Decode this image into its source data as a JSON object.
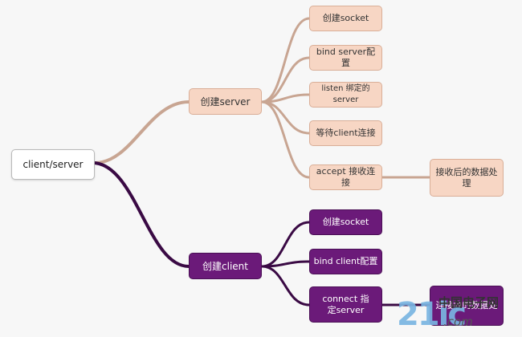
{
  "diagram": {
    "root": {
      "label": "client/server"
    },
    "server": {
      "label": "创建server",
      "children": [
        "创建socket",
        "bind server配置",
        "listen 绑定的server",
        "等待client连接",
        "accept 接收连接"
      ],
      "accept_child": "接收后的数据处理"
    },
    "client": {
      "label": "创建client",
      "children": [
        "创建socket",
        "bind client配置",
        "connect 指定server"
      ],
      "connect_child": "连接收的数据处"
    }
  },
  "watermark": {
    "big": "21ic",
    "chinese": "中国电子网",
    "domain": ".com"
  },
  "colors": {
    "server_branch": "#c8a592",
    "client_branch": "#3a0a44",
    "peach": "#f7d6c4",
    "purple": "#6b1a79"
  }
}
